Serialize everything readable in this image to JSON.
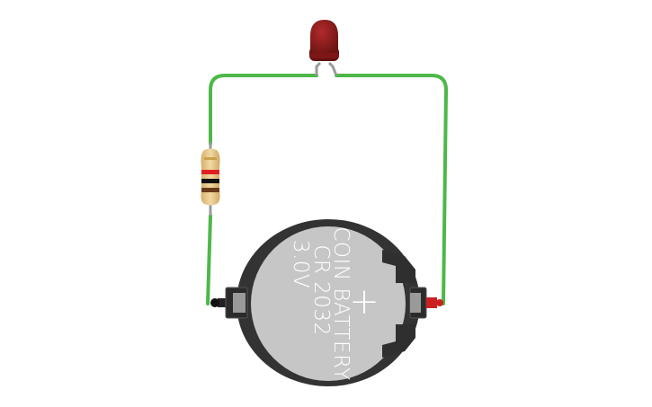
{
  "battery": {
    "line1": "COIN BATTERY",
    "line2": "CR 2032",
    "line3": "3.0V",
    "polarity_symbol": "+"
  },
  "colors": {
    "wire": "#4cb848",
    "led_body": "#8b1a1a",
    "battery_face": "#c6c6c6",
    "holder": "#3a3a3a",
    "resistor_body": "#e5c78a"
  }
}
